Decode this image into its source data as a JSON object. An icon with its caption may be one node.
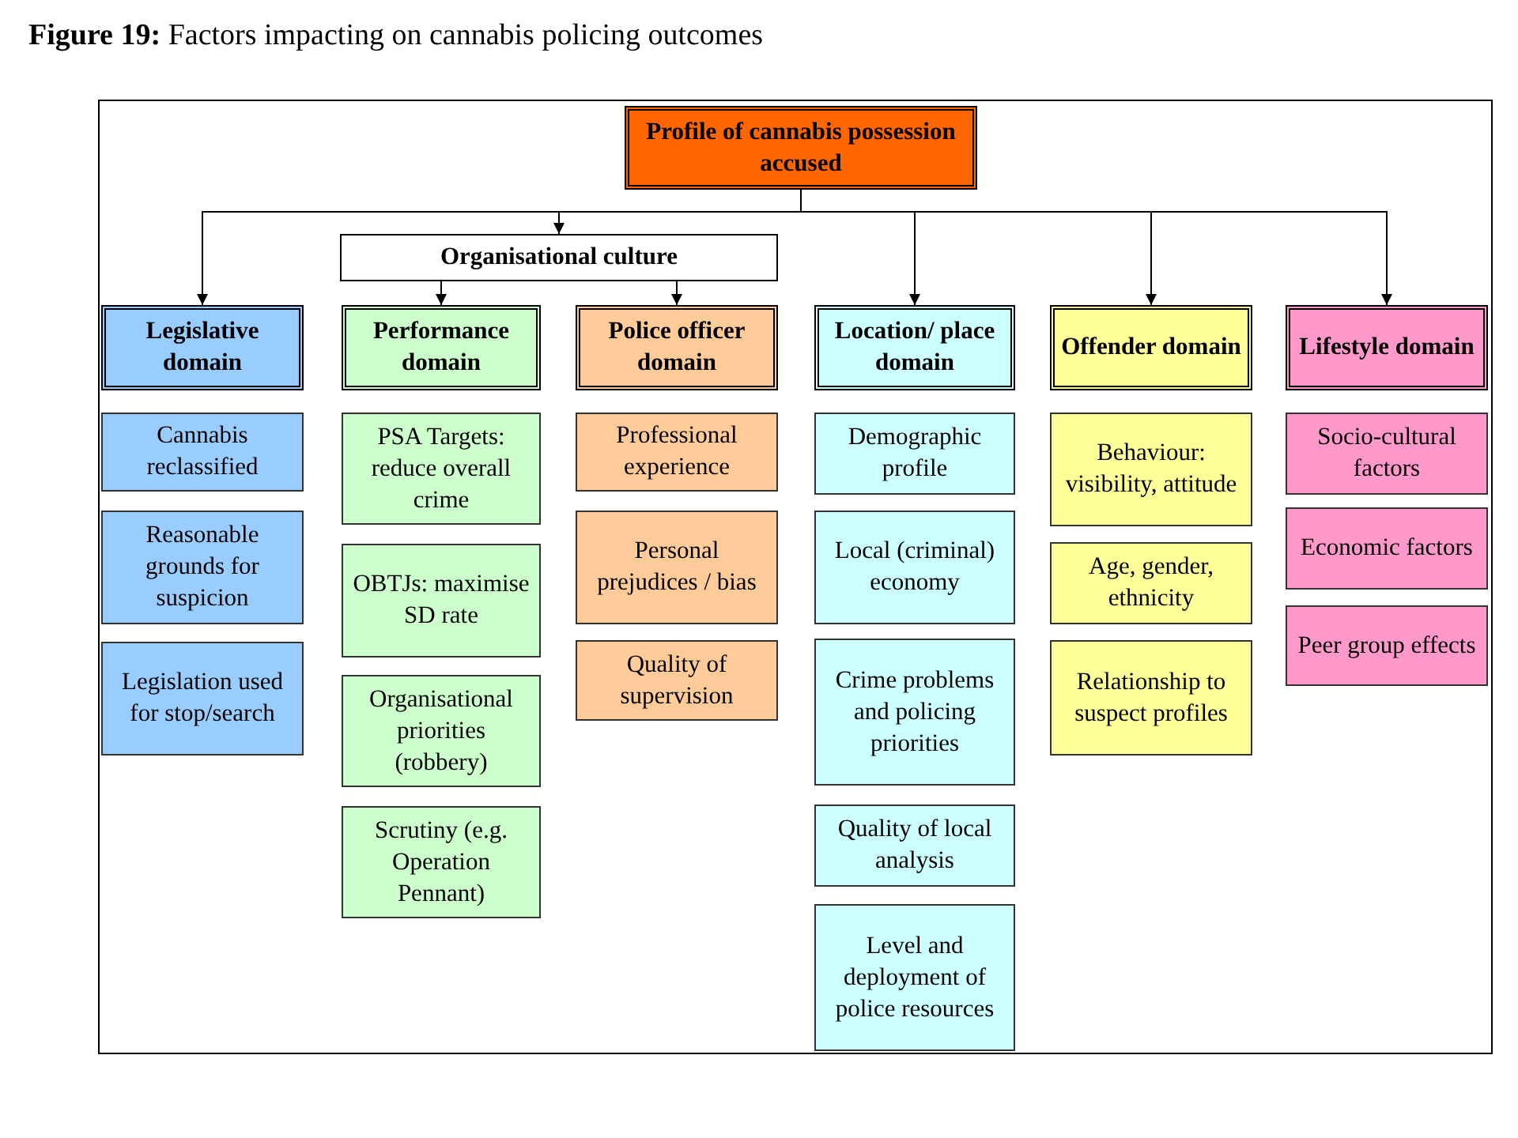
{
  "diagram": {
    "title": "**Figure 19:** Factors impacting on cannabis policing outcomes",
    "nodes": [
      {
        "text": [
          "Profile of cannabis possession accused"
        ]
      },
      {
        "text": [
          "Organisational culture"
        ]
      },
      {
        "text": [
          "Legislative domain"
        ]
      },
      {
        "text": [
          "Performance domain"
        ]
      },
      {
        "text": [
          "Police officer domain"
        ]
      },
      {
        "text": [
          "Location/ place domain"
        ]
      },
      {
        "text": [
          "Offender domain"
        ]
      },
      {
        "text": [
          "Lifestyle domain"
        ]
      },
      {
        "text": [
          "Cannabis reclassified"
        ]
      },
      {
        "text": [
          "Reasonable grounds for suspicion"
        ]
      },
      {
        "text": [
          "Legislation used for stop/search"
        ]
      },
      {
        "text": [
          "PSA Targets: reduce overall crime"
        ]
      },
      {
        "text": [
          "OBTJs: maximise SD rate"
        ]
      },
      {
        "text": [
          "Organisational priorities (robbery)"
        ]
      },
      {
        "text": [
          "Scrutiny (e.g. Operation Pennant)"
        ]
      },
      {
        "text": [
          "Professional experience"
        ]
      },
      {
        "text": [
          "Personal prejudices / bias"
        ]
      },
      {
        "text": [
          "Quality of supervision"
        ]
      },
      {
        "text": [
          "Demographic profile"
        ]
      },
      {
        "text": [
          "Local (criminal) economy"
        ]
      },
      {
        "text": [
          "Crime problems and policing priorities"
        ]
      },
      {
        "text": [
          "Quality of local analysis"
        ]
      },
      {
        "text": [
          "Level and deployment of police resources"
        ]
      },
      {
        "text": [
          "Behaviour: visibility, attitude"
        ]
      },
      {
        "text": [
          "Age, gender, ethnicity"
        ]
      },
      {
        "text": [
          "Relationship to suspect profiles"
        ]
      },
      {
        "text": [
          "Socio-cultural factors"
        ]
      },
      {
        "text": [
          "Economic factors"
        ]
      },
      {
        "text": [
          "Peer group effects"
        ]
      }
    ],
    "edges": [
      {
        "from": 0,
        "to": 2,
        "arrow": "to"
      },
      {
        "from": 0,
        "to": 1,
        "arrow": "to"
      },
      {
        "from": 0,
        "to": 5,
        "arrow": "to"
      },
      {
        "from": 0,
        "to": 6,
        "arrow": "to"
      },
      {
        "from": 0,
        "to": 7,
        "arrow": "to"
      },
      {
        "from": 1,
        "to": 3,
        "arrow": "to"
      },
      {
        "from": 1,
        "to": 4,
        "arrow": "to"
      }
    ]
  }
}
